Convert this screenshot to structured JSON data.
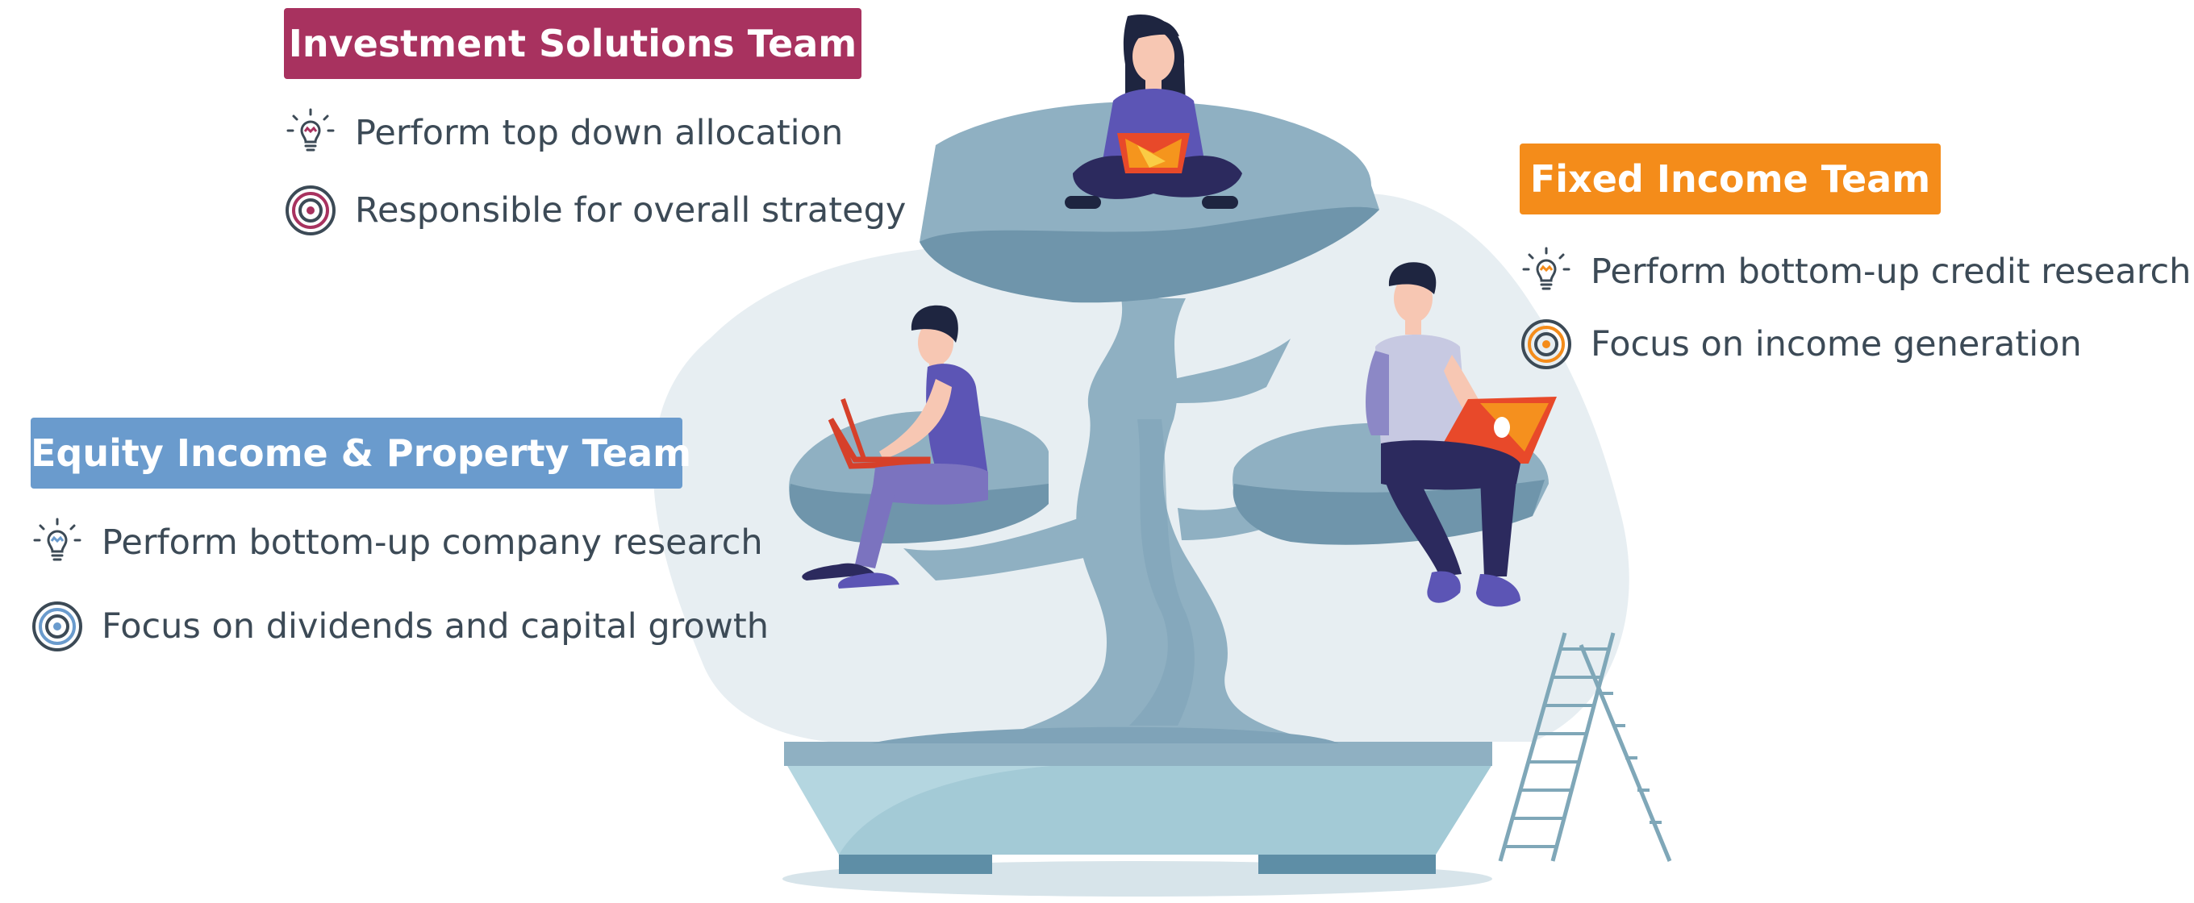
{
  "colors": {
    "investment": "#a8325f",
    "fixed_income": "#f48c1a",
    "equity": "#6a9bcd",
    "text": "#3c4a56",
    "rock": "#8fb0c2",
    "rock_dark": "#6f95ab",
    "blob": "#e7eef2",
    "pot": "#b4d6e0"
  },
  "teams": {
    "investment": {
      "title": "Investment Solutions Team",
      "points": [
        {
          "icon": "lightbulb-icon",
          "text": "Perform top down allocation"
        },
        {
          "icon": "target-icon",
          "text": "Responsible for overall strategy"
        }
      ]
    },
    "fixed_income": {
      "title": "Fixed Income Team",
      "points": [
        {
          "icon": "lightbulb-icon",
          "text": "Perform bottom-up credit research"
        },
        {
          "icon": "target-icon",
          "text": "Focus on income generation"
        }
      ]
    },
    "equity": {
      "title": "Equity Income & Property Team",
      "points": [
        {
          "icon": "lightbulb-icon",
          "text": "Perform bottom-up company research"
        },
        {
          "icon": "target-icon",
          "text": "Focus on dividends and capital growth"
        }
      ]
    }
  }
}
